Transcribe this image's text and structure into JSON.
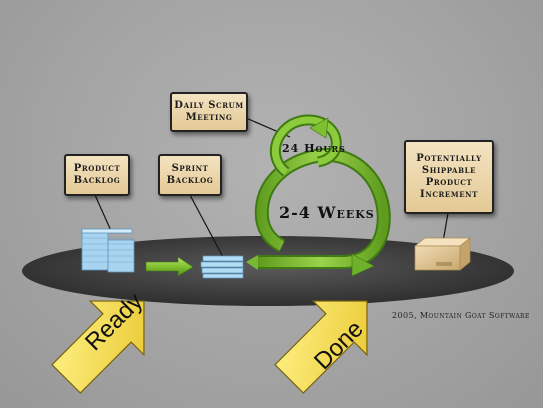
{
  "boxes": {
    "daily_scrum": "Daily Scrum\nMeeting",
    "product_backlog": "Product\nBacklog",
    "sprint_backlog": "Sprint\nBacklog",
    "increment": "Potentially\nShippable\nProduct\nIncrement"
  },
  "cycle_labels": {
    "daily": "24 Hours",
    "sprint": "2-4 Weeks"
  },
  "arrows": {
    "ready": "Ready",
    "done": "Done"
  },
  "copyright": "2005, Mountain Goat Software",
  "colors": {
    "background": "#a3a3a3",
    "disc": "#3e3e3e",
    "box_fill": "#ecd6ad",
    "green": "#7fc02f",
    "backlog_blue": "#a9d6f2",
    "arrow_yellow": "#f7e04c",
    "package": "#e2c89a"
  },
  "icons": [
    "product-backlog-stack-icon",
    "sprint-backlog-stack-icon",
    "shippable-package-icon"
  ]
}
